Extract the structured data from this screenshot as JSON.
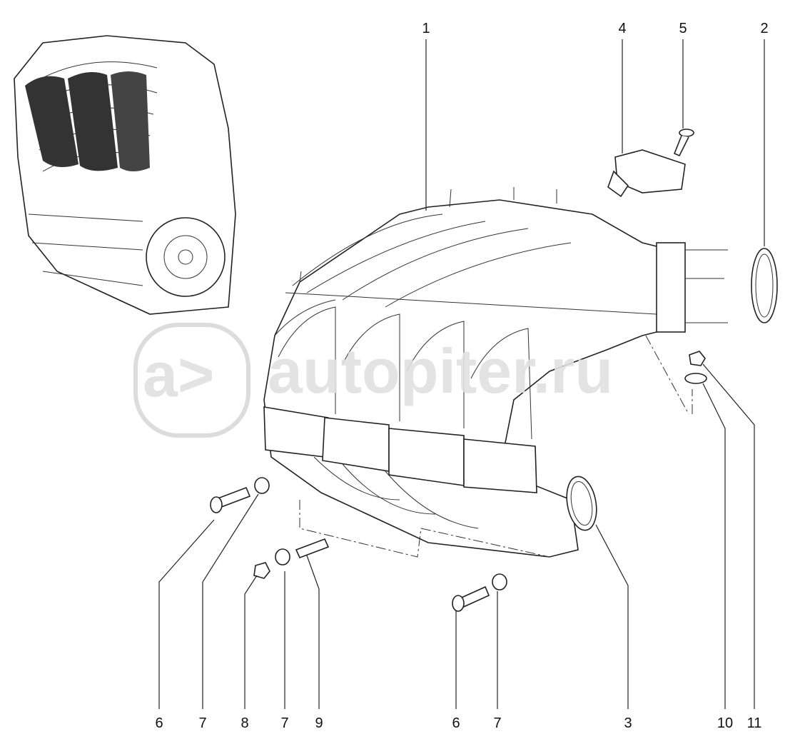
{
  "watermark": {
    "text": "autopiter.ru",
    "logo_letter": "a>"
  },
  "callouts": {
    "top": [
      "1",
      "4",
      "5",
      "2"
    ],
    "bottom": [
      "6",
      "7",
      "8",
      "7",
      "9",
      "6",
      "7",
      "3",
      "10",
      "11"
    ]
  }
}
